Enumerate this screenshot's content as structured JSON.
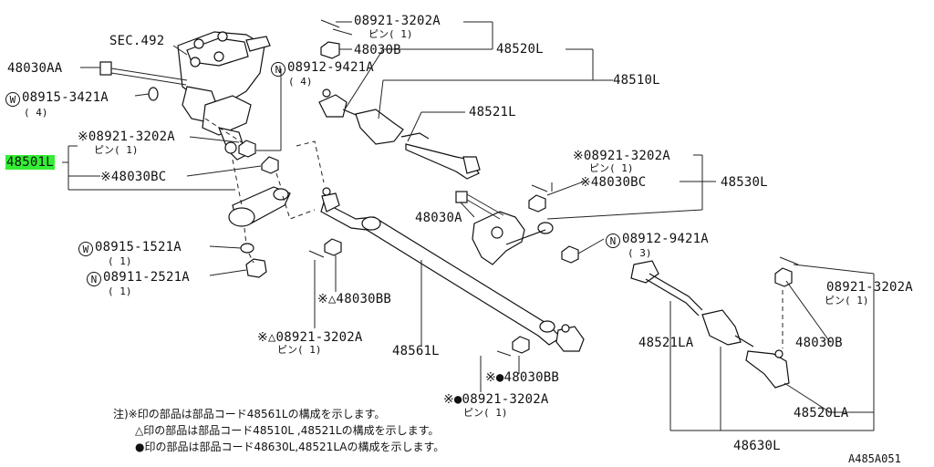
{
  "diagram": {
    "title": "Steering linkage parts diagram",
    "figure_code": "A485A051",
    "legend_marks": {
      "washer": "W",
      "nut": "N"
    },
    "labels": {
      "sec492": "SEC.492",
      "p48030AA": "48030AA",
      "w08915_3421A": "08915-3421A",
      "w08915_3421A_qty": "( 4)",
      "p48501L": "48501L",
      "p08921_3202A_1": "※08921-3202A",
      "p08921_3202A_1_sub": "ピン( 1)",
      "p48030BC_1": "※48030BC",
      "w08915_1521A": "08915-1521A",
      "w08915_1521A_qty": "( 1)",
      "n08911_2521A": "08911-2521A",
      "n08911_2521A_qty": "( 1)",
      "n08912_9421A_1": "08912-9421A",
      "n08912_9421A_1_qty": "( 4)",
      "p08921_3202A_top": "08921-3202A",
      "p08921_3202A_top_sub": "ピン( 1)",
      "p48030B_top": "48030B",
      "p48520L": "48520L",
      "p48510L": "48510L",
      "p48521L": "48521L",
      "p08921_3202A_mid": "※08921-3202A",
      "p08921_3202A_mid_sub": "ピン( 1)",
      "p48030BC_2": "※48030BC",
      "p48530L": "48530L",
      "p48030A": "48030A",
      "n08912_9421A_2": "08912-9421A",
      "n08912_9421A_2_qty": "( 3)",
      "p08921_3202A_right": "08921-3202A",
      "p08921_3202A_right_sub": "ピン( 1)",
      "p48030B_right": "48030B",
      "p48521LA": "48521LA",
      "p48520LA": "48520LA",
      "p48630L": "48630L",
      "p48030BB_tri": "※△48030BB",
      "p08921_3202A_tri": "※△08921-3202A",
      "p08921_3202A_tri_sub": "ピン( 1)",
      "p48561L": "48561L",
      "p48030BB_dot": "※●48030BB",
      "p08921_3202A_dot": "※●08921-3202A",
      "p08921_3202A_dot_sub": "ピン( 1)"
    },
    "notes": [
      "注)※印の部品は部品コード48561Lの構成を示します。",
      "△印の部品は部品コード48510L ,48521Lの構成を示します。",
      "●印の部品は部品コード48630L,48521LAの構成を示します。"
    ],
    "highlight_color": "#33ee33"
  }
}
